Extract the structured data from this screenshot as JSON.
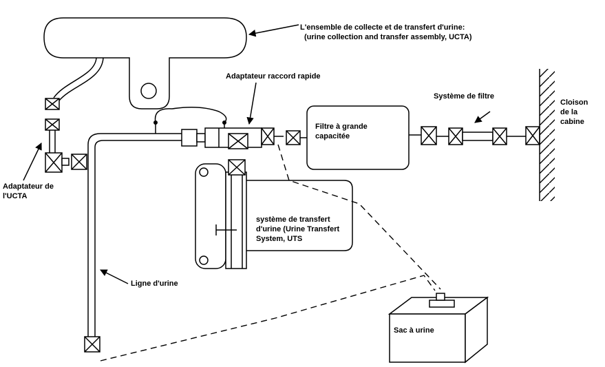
{
  "labels": {
    "ucta_line1": "L'ensemble de collecte et de transfert d'urine:",
    "ucta_line2": "(urine collection and transfer assembly, UCTA)",
    "quick_disconnect": "Adaptateur raccord rapide",
    "filter_system": "Système de filtre",
    "cabin_wall_1": "Cloison",
    "cabin_wall_2": "de la",
    "cabin_wall_3": "cabine",
    "filter_1": "Filtre à grande",
    "filter_2": "capacitée",
    "ucta_adapter_1": "Adaptateur de",
    "ucta_adapter_2": "l'UCTA",
    "uts_1": "système de transfert",
    "uts_2": "d'urine (Urine Transfert",
    "uts_3": "System, UTS",
    "urine_line": "Ligne d'urine",
    "urine_bag": "Sac à urine"
  },
  "colors": {
    "stroke": "#000000",
    "background": "#ffffff"
  }
}
